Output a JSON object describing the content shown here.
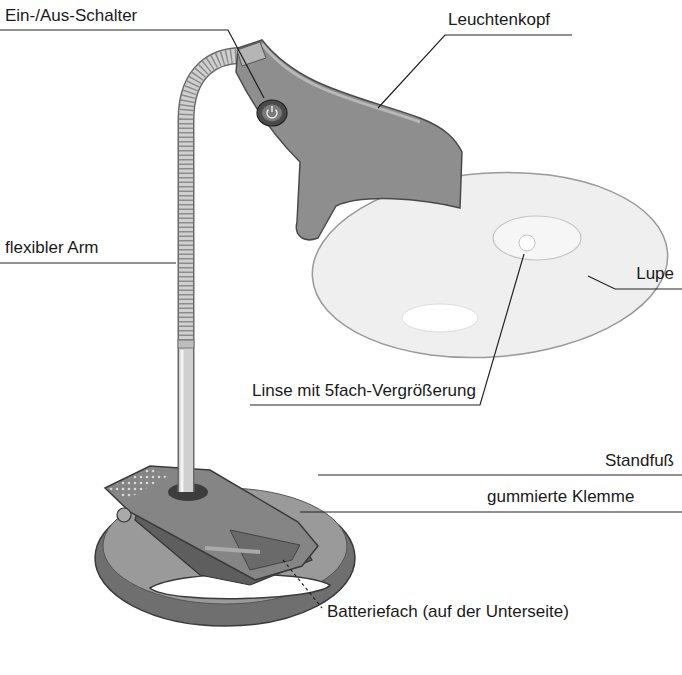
{
  "diagram": {
    "labels": [
      "Ein-/Aus-Schalter",
      "Leuchtenkopf",
      "flexibler Arm",
      "Lupe",
      "Linse mit 5fach-Vergrößerung",
      "Standfuß",
      "gummierte Klemme",
      "Batteriefach (auf der Unterseite)"
    ]
  }
}
